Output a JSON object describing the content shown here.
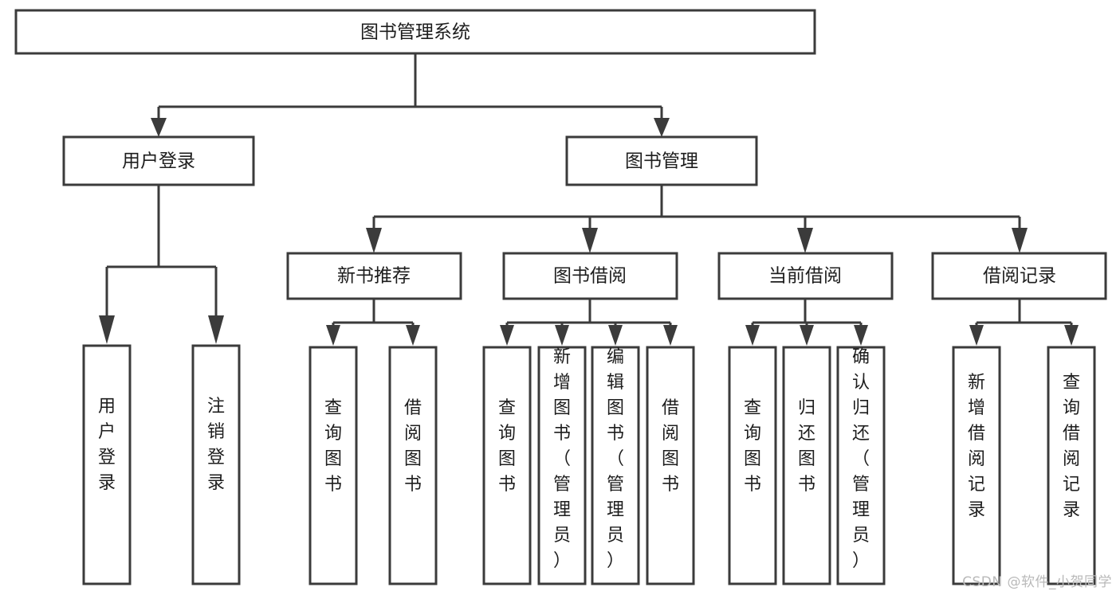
{
  "diagram": {
    "type": "tree-hierarchy",
    "title": "图书管理系统",
    "orientation": "top-down",
    "colors": {
      "stroke": "#3b3b3b",
      "fill": "#ffffff",
      "text": "#1d1d1d",
      "watermark": "#b9b9b9"
    },
    "levels": [
      {
        "level": 1,
        "nodes": [
          {
            "id": "root",
            "label": "图书管理系统",
            "orientation": "horizontal"
          }
        ]
      },
      {
        "level": 2,
        "nodes": [
          {
            "id": "login",
            "label": "用户登录",
            "orientation": "horizontal",
            "parent": "root"
          },
          {
            "id": "bookmgmt",
            "label": "图书管理",
            "orientation": "horizontal",
            "parent": "root"
          }
        ]
      },
      {
        "level": 3,
        "nodes": [
          {
            "id": "newbook",
            "label": "新书推荐",
            "orientation": "horizontal",
            "parent": "bookmgmt"
          },
          {
            "id": "borrow",
            "label": "图书借阅",
            "orientation": "horizontal",
            "parent": "bookmgmt"
          },
          {
            "id": "current",
            "label": "当前借阅",
            "orientation": "horizontal",
            "parent": "bookmgmt"
          },
          {
            "id": "record",
            "label": "借阅记录",
            "orientation": "horizontal",
            "parent": "bookmgmt"
          }
        ]
      },
      {
        "level": 4,
        "nodes": [
          {
            "id": "leaf-1",
            "label": "用户登录",
            "orientation": "vertical",
            "parent": "login"
          },
          {
            "id": "leaf-2",
            "label": "注销登录",
            "orientation": "vertical",
            "parent": "login"
          },
          {
            "id": "leaf-3",
            "label": "查询图书",
            "orientation": "vertical",
            "parent": "newbook"
          },
          {
            "id": "leaf-4",
            "label": "借阅图书",
            "orientation": "vertical",
            "parent": "newbook"
          },
          {
            "id": "leaf-5",
            "label": "查询图书",
            "orientation": "vertical",
            "parent": "borrow"
          },
          {
            "id": "leaf-6",
            "label": "新增图书（管理员）",
            "orientation": "vertical",
            "parent": "borrow"
          },
          {
            "id": "leaf-7",
            "label": "编辑图书（管理员）",
            "orientation": "vertical",
            "parent": "borrow"
          },
          {
            "id": "leaf-8",
            "label": "借阅图书",
            "orientation": "vertical",
            "parent": "borrow"
          },
          {
            "id": "leaf-9",
            "label": "查询图书",
            "orientation": "vertical",
            "parent": "current"
          },
          {
            "id": "leaf-10",
            "label": "归还图书",
            "orientation": "vertical",
            "parent": "current"
          },
          {
            "id": "leaf-11",
            "label": "确认归还（管理员）",
            "orientation": "vertical",
            "parent": "current"
          },
          {
            "id": "leaf-12",
            "label": "新增借阅记录",
            "orientation": "vertical",
            "parent": "record"
          },
          {
            "id": "leaf-13",
            "label": "查询借阅记录",
            "orientation": "vertical",
            "parent": "record"
          }
        ]
      }
    ]
  },
  "labels": {
    "root": "图书管理系统",
    "login": "用户登录",
    "bookmgmt": "图书管理",
    "newbook": "新书推荐",
    "borrow": "图书借阅",
    "current": "当前借阅",
    "record": "借阅记录",
    "leaf_1": "用户登录",
    "leaf_2": "注销登录",
    "leaf_3": "查询图书",
    "leaf_4": "借阅图书",
    "leaf_5": "查询图书",
    "leaf_6": "新增图书（管理员）",
    "leaf_7": "编辑图书（管理员）",
    "leaf_8": "借阅图书",
    "leaf_9": "查询图书",
    "leaf_10": "归还图书",
    "leaf_11": "确认归还（管理员）",
    "leaf_12": "新增借阅记录",
    "leaf_13": "查询借阅记录"
  },
  "watermark": {
    "text": "CSDN @软件_小贺同学"
  }
}
